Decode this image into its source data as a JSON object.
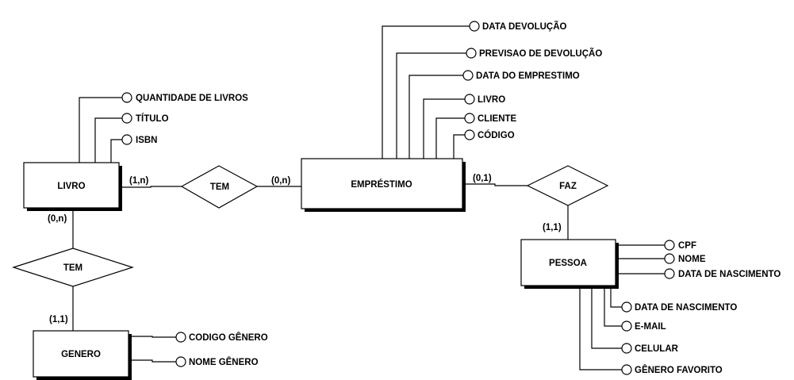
{
  "entities": {
    "livro": "LIVRO",
    "emprestimo": "EMPRÉSTIMO",
    "pessoa": "PESSOA",
    "genero": "GENERO"
  },
  "relationships": {
    "tem_livro_emprestimo": "TEM",
    "tem_livro_genero": "TEM",
    "faz": "FAZ"
  },
  "cardinalities": {
    "livro_tem": "(1,n)",
    "emprestimo_tem": "(0,n)",
    "livro_tem_genero": "(0,n)",
    "genero_tem": "(1,1)",
    "emprestimo_faz": "(0,1)",
    "pessoa_faz": "(1,1)"
  },
  "attributes": {
    "livro": [
      "QUANTIDADE DE LIVROS",
      "TÍTULO",
      "ISBN"
    ],
    "emprestimo": [
      "DATA DEVOLUÇÃO",
      "PREVISAO DE DEVOLUÇÃO",
      "DATA DO EMPRESTIMO",
      "LIVRO",
      "CLIENTE",
      "CÓDIGO"
    ],
    "pessoa": [
      "CPF",
      "NOME",
      "DATA DE NASCIMENTO",
      "DATA DE NASCIMENTO",
      "E-MAIL",
      "CELULAR",
      "GÊNERO FAVORITO"
    ],
    "genero": [
      "CODIGO GÊNERO",
      "NOME GÊNERO"
    ]
  }
}
